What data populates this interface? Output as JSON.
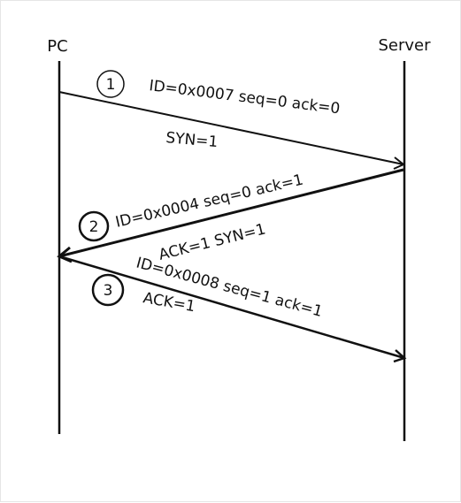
{
  "endpoints": {
    "left": "PC",
    "right": "Server"
  },
  "messages": [
    {
      "step": "1",
      "header": "ID=0x0007  seq=0  ack=0",
      "flags": "SYN=1"
    },
    {
      "step": "2",
      "header": "ID=0x0004 seq=0  ack=1",
      "flags": "ACK=1  SYN=1"
    },
    {
      "step": "3",
      "header": "ID=0x0008  seq=1  ack=1",
      "flags": "ACK=1"
    }
  ],
  "colors": {
    "line": "#111111",
    "background": "#ffffff"
  }
}
